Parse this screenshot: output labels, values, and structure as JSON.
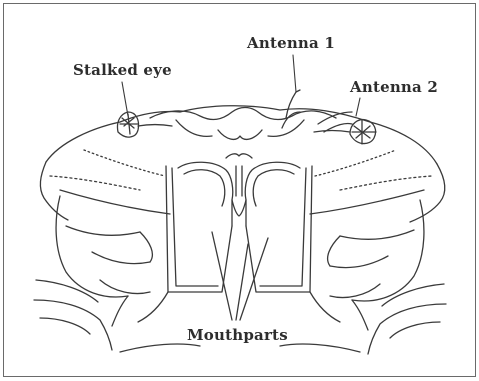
{
  "diagram": {
    "labels": {
      "stalked_eye": "Stalked eye",
      "antenna_1": "Antenna 1",
      "antenna_2": "Antenna 2",
      "mouthparts": "Mouthparts"
    },
    "colors": {
      "line": "#3a3a3a",
      "background": "#ffffff",
      "text": "#2d2d2d"
    }
  }
}
